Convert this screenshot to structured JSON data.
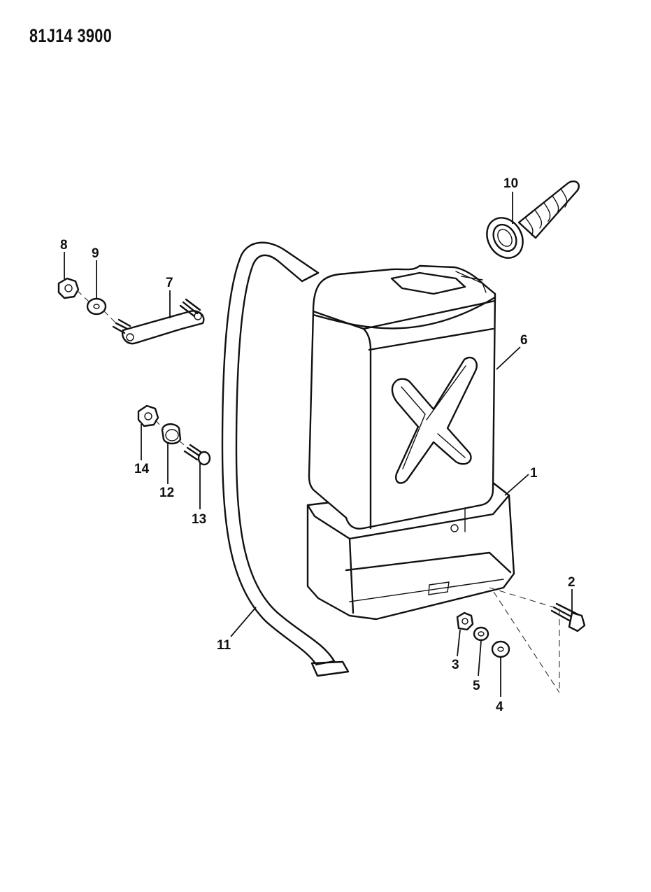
{
  "document": {
    "id": "81J14 3900"
  },
  "callouts": {
    "c1": "1",
    "c2": "2",
    "c3": "3",
    "c4": "4",
    "c5": "5",
    "c6": "6",
    "c7": "7",
    "c8": "8",
    "c9": "9",
    "c10": "10",
    "c11": "11",
    "c12": "12",
    "c13": "13",
    "c14": "14"
  }
}
